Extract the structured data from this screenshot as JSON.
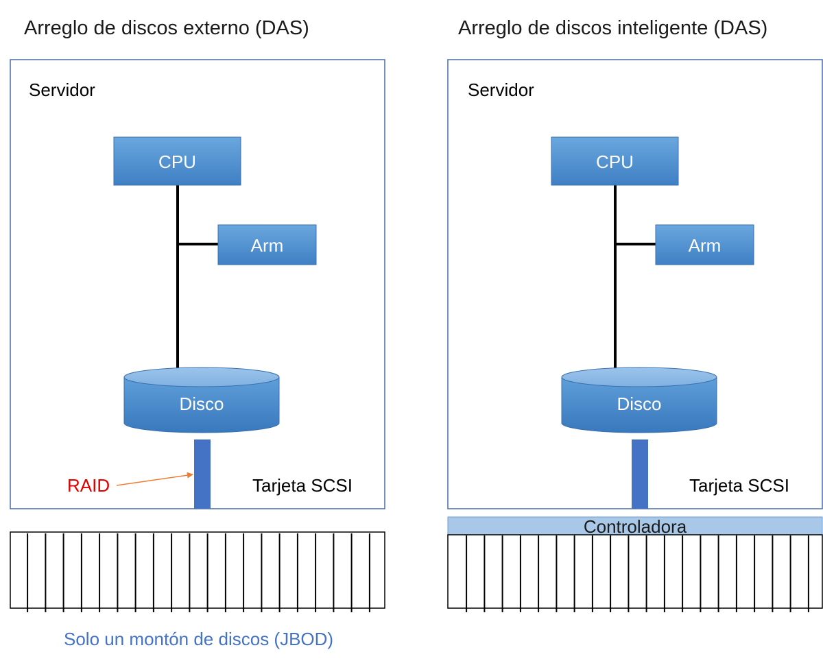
{
  "left": {
    "title": "Arreglo de discos externo (DAS)",
    "server_label": "Servidor",
    "cpu_label": "CPU",
    "mem_label": "Arm",
    "disk_label": "Disco",
    "card_label": "Tarjeta SCSI",
    "raid_label": "RAID",
    "jbod_label": "Solo un montón de discos (JBOD)",
    "jbod_disk_count": 20
  },
  "right": {
    "title": "Arreglo de discos inteligente (DAS)",
    "server_label": "Servidor",
    "cpu_label": "CPU",
    "mem_label": "Arm",
    "disk_label": "Disco",
    "card_label": "Tarjeta SCSI",
    "controller_label": "Controladora",
    "array_disk_count": 20
  },
  "colors": {
    "server_border": "#4a6ba8",
    "component_fill": "#5b9bd5",
    "component_fill_dark": "#3f7fc0",
    "scsi_card": "#4472c4",
    "controller_fill": "#a9c8e8",
    "raid_text": "#e00000",
    "raid_arrow": "#ed7d31",
    "jbod_text": "#4472c4"
  }
}
